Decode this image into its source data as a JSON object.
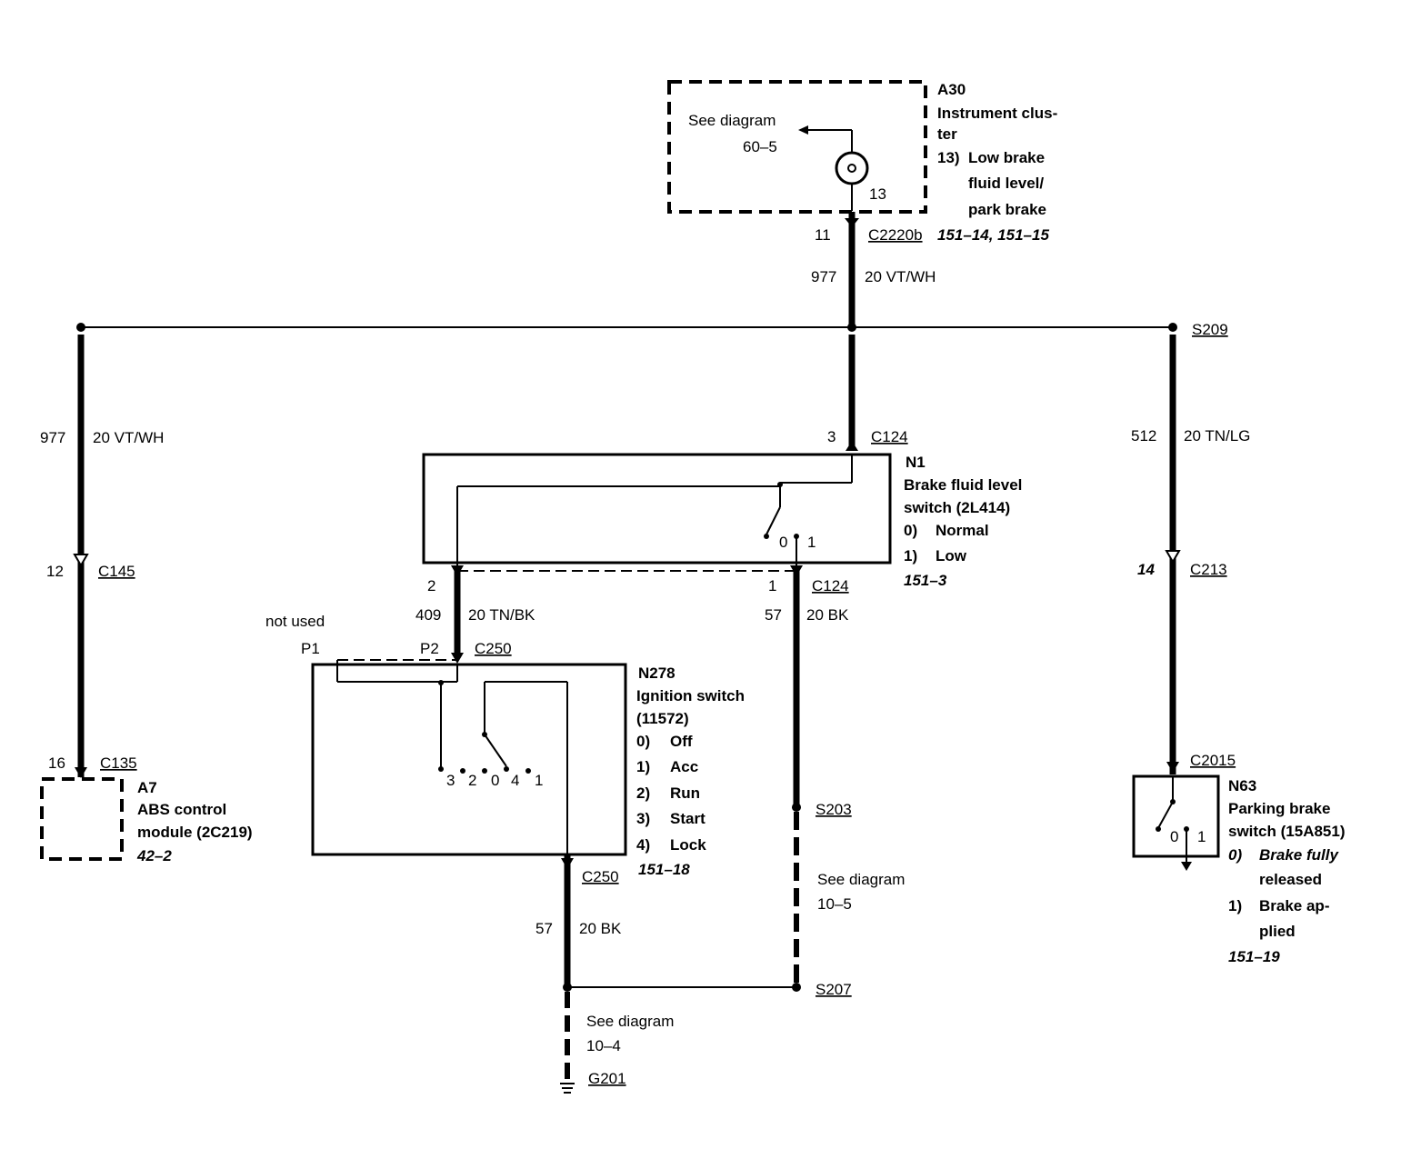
{
  "a30": {
    "id": "A30",
    "name1": "Instrument clus-",
    "name2": "ter",
    "pin_line1": "13)",
    "pin_line1b": "Low brake",
    "pin_line2": "fluid level/",
    "pin_line3": "park brake",
    "refs": "151–14, 151–15",
    "see_diagram": "See diagram",
    "see_ref": "60–5",
    "pin": "13"
  },
  "c2220b": {
    "pin": "11",
    "name": "C2220b"
  },
  "wire_top": {
    "circuit": "977",
    "gauge_color": "20 VT/WH"
  },
  "s209": {
    "name": "S209"
  },
  "left_branch": {
    "circuit": "977",
    "gauge_color": "20 VT/WH",
    "c145_pin": "12",
    "c145": "C145",
    "c135_pin": "16",
    "c135": "C135"
  },
  "a7": {
    "id": "A7",
    "name1": "ABS control",
    "name2": "module (2C219)",
    "ref": "42–2"
  },
  "c124_top": {
    "pin": "3",
    "name": "C124"
  },
  "n1": {
    "id": "N1",
    "name1": "Brake fluid level",
    "name2": "switch (2L414)",
    "state0_num": "0)",
    "state0": "Normal",
    "state1_num": "1)",
    "state1": "Low",
    "ref": "151–3",
    "contact0": "0",
    "contact1": "1"
  },
  "c124_bottom": {
    "pin2": "2",
    "pin1": "1",
    "name": "C124"
  },
  "wire_409": {
    "circuit": "409",
    "gauge_color": "20 TN/BK"
  },
  "wire_57a": {
    "circuit": "57",
    "gauge_color": "20 BK"
  },
  "c250_top": {
    "not_used": "not used",
    "p1": "P1",
    "p2": "P2",
    "name": "C250"
  },
  "n278": {
    "id": "N278",
    "name1": "Ignition switch",
    "name2": "(11572)",
    "states": [
      {
        "num": "0)",
        "label": "Off"
      },
      {
        "num": "1)",
        "label": "Acc"
      },
      {
        "num": "2)",
        "label": "Run"
      },
      {
        "num": "3)",
        "label": "Start"
      },
      {
        "num": "4)",
        "label": "Lock"
      }
    ],
    "ref": "151–18",
    "contacts": [
      "3",
      "2",
      "0",
      "4",
      "1"
    ]
  },
  "c250_bottom": {
    "name": "C250"
  },
  "wire_57b": {
    "circuit": "57",
    "gauge_color": "20 BK"
  },
  "s203": {
    "name": "S203"
  },
  "see_10_5": {
    "line1": "See diagram",
    "line2": "10–5"
  },
  "s207": {
    "name": "S207"
  },
  "see_10_4": {
    "line1": "See diagram",
    "line2": "10–4"
  },
  "g201": {
    "name": "G201"
  },
  "right_branch": {
    "circuit": "512",
    "gauge_color": "20 TN/LG",
    "c213_pin": "14",
    "c213": "C213",
    "c2015": "C2015"
  },
  "n63": {
    "id": "N63",
    "name1": "Parking brake",
    "name2": "switch (15A851)",
    "state0_num": "0)",
    "state0a": "Brake fully",
    "state0b": "released",
    "state1_num": "1)",
    "state1a": "Brake ap-",
    "state1b": "plied",
    "ref": "151–19",
    "contact0": "0",
    "contact1": "1"
  }
}
